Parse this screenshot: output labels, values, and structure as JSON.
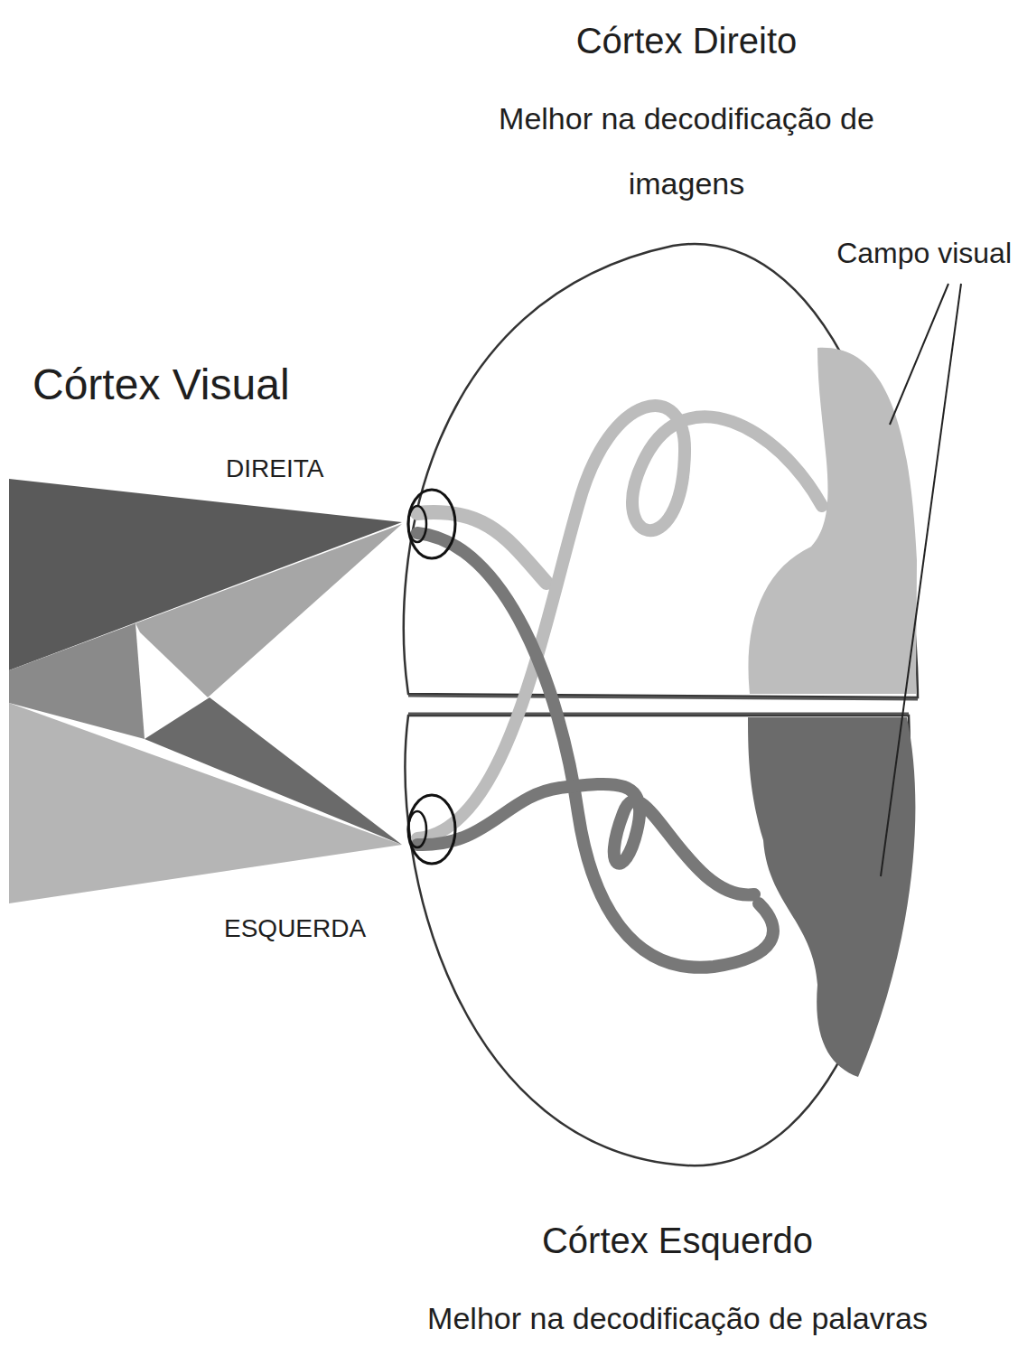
{
  "diagram": {
    "title": "Córtex Visual",
    "labels": [
      "Córtex Direito",
      "Melhor na decodificação de imagens",
      "Campo visual",
      "DIREITA",
      "ESQUERDA",
      "Córtex Esquerdo",
      "Melhor na decodificação de palavras"
    ]
  }
}
